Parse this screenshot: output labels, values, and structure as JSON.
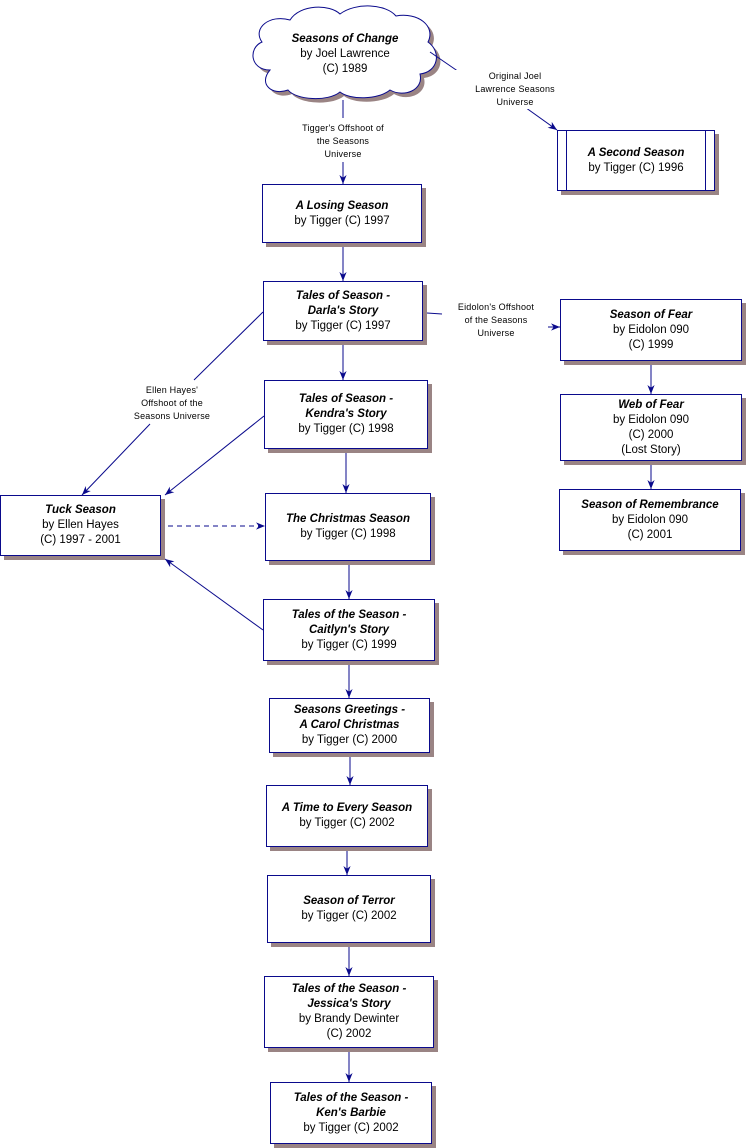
{
  "colors": {
    "line": "#0a0a8c",
    "shadow": "#9a8484",
    "background": "#ffffff"
  },
  "nodes": {
    "root": {
      "title": "Seasons of Change",
      "lines": [
        "by Joel Lawrence",
        "(C) 1989"
      ],
      "shape": "cloud"
    },
    "second": {
      "title": "A Second Season",
      "lines": [
        "by Tigger (C) 1996"
      ]
    },
    "losing": {
      "title": "A Losing Season",
      "lines": [
        "by Tigger (C) 1997"
      ]
    },
    "darla": {
      "title": [
        "Tales of Season -",
        "Darla's Story"
      ],
      "lines": [
        "by Tigger (C) 1997"
      ]
    },
    "kendra": {
      "title": [
        "Tales of Season -",
        "Kendra's Story"
      ],
      "lines": [
        "by Tigger (C) 1998"
      ]
    },
    "christmas": {
      "title": "The Christmas Season",
      "lines": [
        "by Tigger (C) 1998"
      ]
    },
    "caitlyn": {
      "title": [
        "Tales of the Season -",
        "Caitlyn's Story"
      ],
      "lines": [
        "by Tigger (C) 1999"
      ]
    },
    "greetings": {
      "title": [
        "Seasons Greetings -",
        "A Carol Christmas"
      ],
      "lines": [
        "by Tigger (C) 2000"
      ]
    },
    "time": {
      "title": "A Time to Every Season",
      "lines": [
        "by Tigger (C) 2002"
      ]
    },
    "terror": {
      "title": "Season of Terror",
      "lines": [
        "by Tigger (C) 2002"
      ]
    },
    "jessica": {
      "title": [
        "Tales of the Season -",
        "Jessica's Story"
      ],
      "lines": [
        "by Brandy Dewinter",
        "(C) 2002"
      ]
    },
    "ken": {
      "title": [
        "Tales of the Season -",
        "Ken's Barbie"
      ],
      "lines": [
        "by Tigger (C) 2002"
      ]
    },
    "tuck": {
      "title": "Tuck Season",
      "lines": [
        "by Ellen Hayes",
        "(C) 1997 - 2001"
      ]
    },
    "fear": {
      "title": "Season of Fear",
      "lines": [
        "by Eidolon 090",
        "(C) 1999"
      ]
    },
    "web": {
      "title": "Web of Fear",
      "lines": [
        "by Eidolon 090",
        "(C) 2000",
        "(Lost Story)"
      ]
    },
    "remembrance": {
      "title": "Season of Remembrance",
      "lines": [
        "by Eidolon 090",
        "(C) 2001"
      ]
    }
  },
  "labels": {
    "original": [
      "Original Joel",
      "Lawrence Seasons",
      "Universe"
    ],
    "tigger": [
      "Tigger's Offshoot of",
      "the Seasons",
      "Universe"
    ],
    "eidolon": [
      "Eidolon's Offshoot",
      "of the Seasons",
      "Universe"
    ],
    "ellen": [
      "Ellen Hayes'",
      "Offshoot of the",
      "Seasons Universe"
    ]
  },
  "edges": [
    {
      "from": "root",
      "to": "second",
      "label": "original",
      "style": "solid"
    },
    {
      "from": "root",
      "to": "losing",
      "label": "tigger",
      "style": "solid"
    },
    {
      "from": "losing",
      "to": "darla",
      "style": "solid"
    },
    {
      "from": "darla",
      "to": "kendra",
      "style": "solid"
    },
    {
      "from": "kendra",
      "to": "christmas",
      "style": "solid"
    },
    {
      "from": "christmas",
      "to": "caitlyn",
      "style": "solid"
    },
    {
      "from": "caitlyn",
      "to": "greetings",
      "style": "solid"
    },
    {
      "from": "greetings",
      "to": "time",
      "style": "solid"
    },
    {
      "from": "time",
      "to": "terror",
      "style": "solid"
    },
    {
      "from": "terror",
      "to": "jessica",
      "style": "solid"
    },
    {
      "from": "jessica",
      "to": "ken",
      "style": "solid"
    },
    {
      "from": "darla",
      "to": "fear",
      "label": "eidolon",
      "style": "solid"
    },
    {
      "from": "fear",
      "to": "web",
      "style": "solid"
    },
    {
      "from": "web",
      "to": "remembrance",
      "style": "solid"
    },
    {
      "from": "darla",
      "to": "tuck",
      "label": "ellen",
      "style": "solid"
    },
    {
      "from": "kendra",
      "to": "tuck",
      "style": "solid"
    },
    {
      "from": "caitlyn",
      "to": "tuck",
      "style": "solid"
    },
    {
      "from": "tuck",
      "to": "christmas",
      "style": "dashed"
    }
  ]
}
